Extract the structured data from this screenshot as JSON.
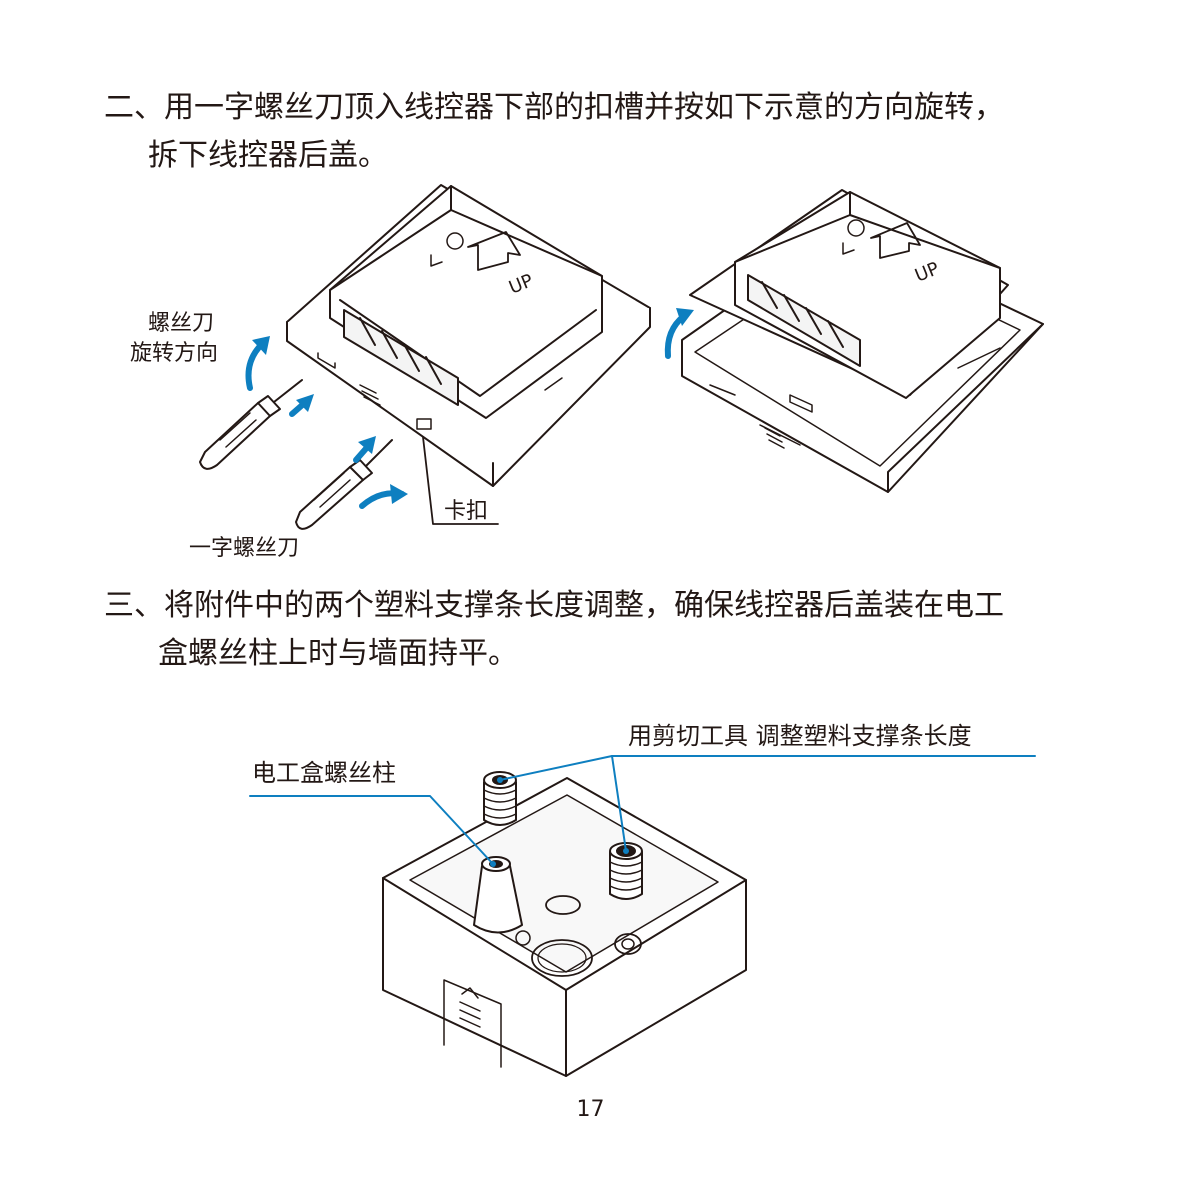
{
  "step2": {
    "line1": "二、用一字螺丝刀顶入线控器下部的扣槽并按如下示意的方向旋转，",
    "line2": "拆下线控器后盖。"
  },
  "fig1": {
    "rotation_label_1": "螺丝刀",
    "rotation_label_2": "旋转方向",
    "screwdriver_label": "一字螺丝刀",
    "clip_label": "卡扣",
    "up_mark": "UP",
    "accent_color": "#0e7fc0"
  },
  "step3": {
    "line1": "三、将附件中的两个塑料支撑条长度调整，确保线控器后盖装在电工",
    "line2": "盒螺丝柱上时与墙面持平。"
  },
  "fig2": {
    "post_label": "电工盒螺丝柱",
    "cut_label": "用剪切工具 调整塑料支撑条长度"
  },
  "page_number": "17"
}
